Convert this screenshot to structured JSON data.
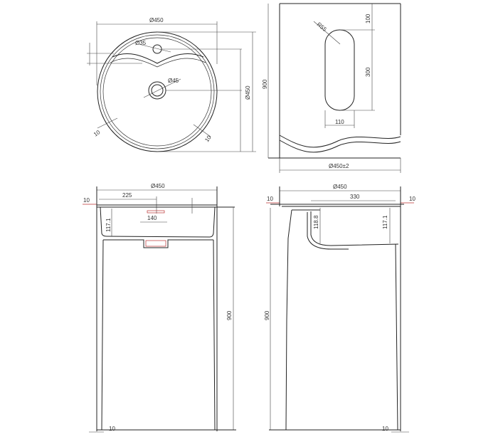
{
  "top_view": {
    "width_dim": "Ø450",
    "diameter_dim": "Ø450",
    "faucet_hole": "Ø35",
    "drain_hole": "Ø45",
    "wall_left": "10",
    "wall_right": "10"
  },
  "side_view_top": {
    "height_dim": "900",
    "top_offset": "100",
    "slot_radius": "R55",
    "slot_length": "300",
    "slot_width": "110",
    "width_dim": "Ø450±2"
  },
  "front_view": {
    "width_dim": "Ø450",
    "half_dim": "225",
    "wall": "10",
    "depth_dim": "117.1",
    "drain_dim": "140",
    "height_dim": "900",
    "base_wall": "10"
  },
  "side_view": {
    "width_dim": "Ø450",
    "inner_dim": "330",
    "wall_left": "10",
    "wall_right": "10",
    "depth_left": "118.8",
    "depth_right": "117.1",
    "height_dim": "900",
    "base_wall": "10"
  }
}
